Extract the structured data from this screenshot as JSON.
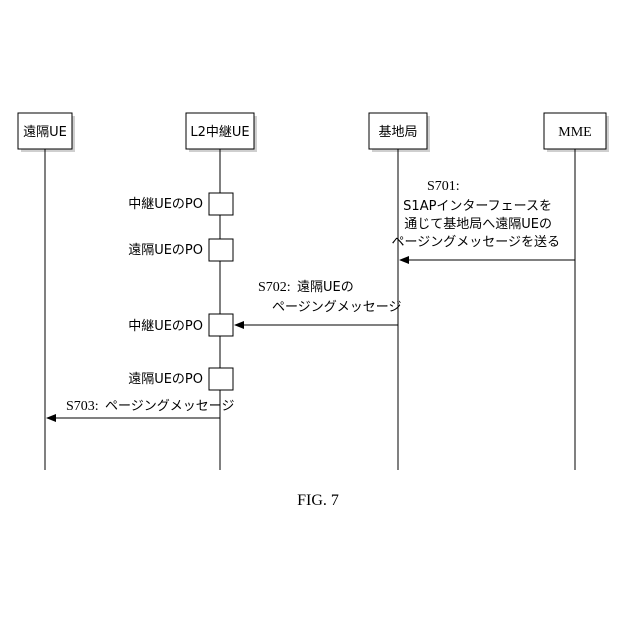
{
  "entities": {
    "remote_ue": "遠隔UE",
    "relay_ue": "L2中継UE",
    "enb": "基地局",
    "mme": "MME"
  },
  "po_labels": [
    "中継UEのPO",
    "遠隔UEのPO",
    "中継UEのPO",
    "遠隔UEのPO"
  ],
  "messages": {
    "s701": {
      "step": "S701:",
      "line1": "S1APインターフェースを",
      "line2": "通じて基地局へ遠隔UEの",
      "line3": "ページングメッセージを送る"
    },
    "s702": {
      "step": "S702:",
      "line1": "遠隔UEの",
      "line2": "ページングメッセージ"
    },
    "s703": {
      "step": "S703:",
      "text": "ページングメッセージ"
    }
  },
  "caption": "FIG. 7"
}
